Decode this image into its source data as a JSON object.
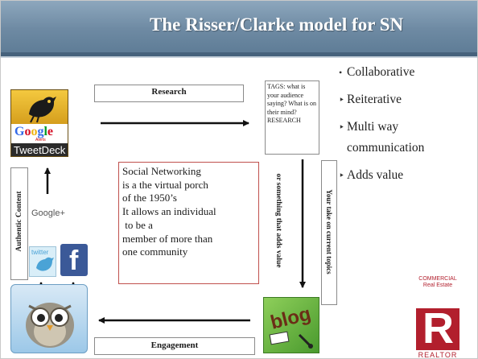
{
  "slide": {
    "title": "The Risser/Clarke model for SN"
  },
  "diagram": {
    "research_label": "Research",
    "engagement_label": "Engagement",
    "tags_text": "TAGS: what is your audience saying? What is on their mind? RESEARCH",
    "authentic_label": "Authentic Content",
    "current_topics_label": "Your take on current topics",
    "adds_value_label": "or something that adds value",
    "social_networking_text": "Social Networking\nis a the virtual porch\nof the 1950’s\nIt allows an individual\n to be a\nmember of more than\none community"
  },
  "bullets": [
    {
      "lines": [
        "Collaborative"
      ]
    },
    {
      "lines": [
        "Reiterative"
      ]
    },
    {
      "lines": [
        "Multi way",
        "communication"
      ]
    },
    {
      "lines": [
        "Adds value"
      ]
    }
  ],
  "logos": {
    "google": "Google",
    "google_alerts": "Alerts",
    "tweetdeck": "TweetDeck",
    "google_plus": "Google+",
    "twitter": "twitter",
    "facebook": "f",
    "blog": "blog",
    "realtor_line1": "COMMERCIAL",
    "realtor_line2": "Real Estate",
    "realtor_letter": "R",
    "realtor_word": "REALTOR"
  },
  "colors": {
    "title_bar": "#6e8aa3",
    "title_text": "#ffffff",
    "sn_box_border": "#c0504d",
    "facebook_blue": "#3b5998",
    "realtor_red": "#b21f2d"
  },
  "icons": [
    "tweetdeck-bird-icon",
    "google-plus-icon",
    "twitter-bird-icon",
    "facebook-icon",
    "hootsuite-owl-icon",
    "blog-icon",
    "realtor-r-icon"
  ]
}
